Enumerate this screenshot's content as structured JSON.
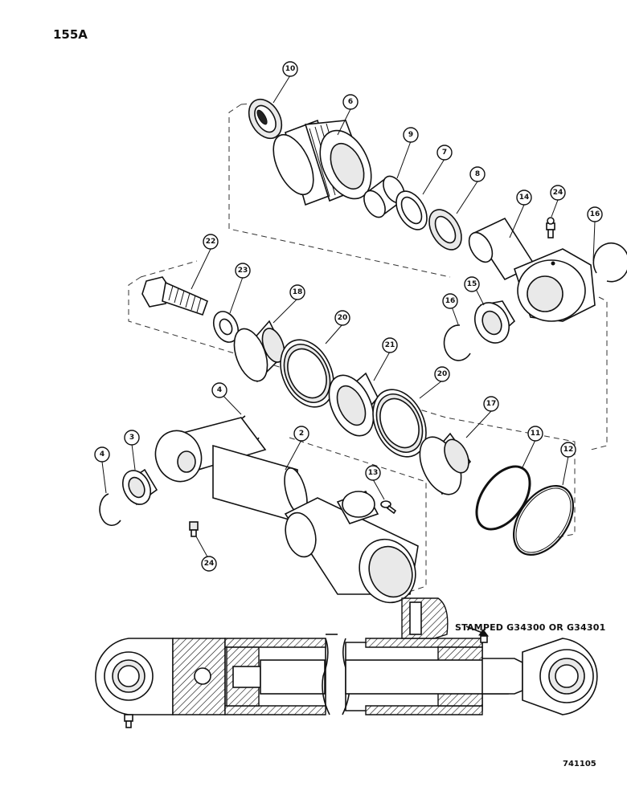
{
  "page": {
    "number": "155A",
    "figure_code": "741105"
  },
  "note": {
    "stamp": "STAMPED G34300 OR G34301"
  },
  "callouts": [
    {
      "label": "10"
    },
    {
      "label": "6"
    },
    {
      "label": "9"
    },
    {
      "label": "7"
    },
    {
      "label": "8"
    },
    {
      "label": "14"
    },
    {
      "label": "24"
    },
    {
      "label": "16"
    },
    {
      "label": "22"
    },
    {
      "label": "23"
    },
    {
      "label": "18"
    },
    {
      "label": "20"
    },
    {
      "label": "21"
    },
    {
      "label": "20"
    },
    {
      "label": "15"
    },
    {
      "label": "16"
    },
    {
      "label": "4"
    },
    {
      "label": "2"
    },
    {
      "label": "3"
    },
    {
      "label": "4"
    },
    {
      "label": "17"
    },
    {
      "label": "11"
    },
    {
      "label": "12"
    },
    {
      "label": "13"
    },
    {
      "label": "24"
    }
  ]
}
